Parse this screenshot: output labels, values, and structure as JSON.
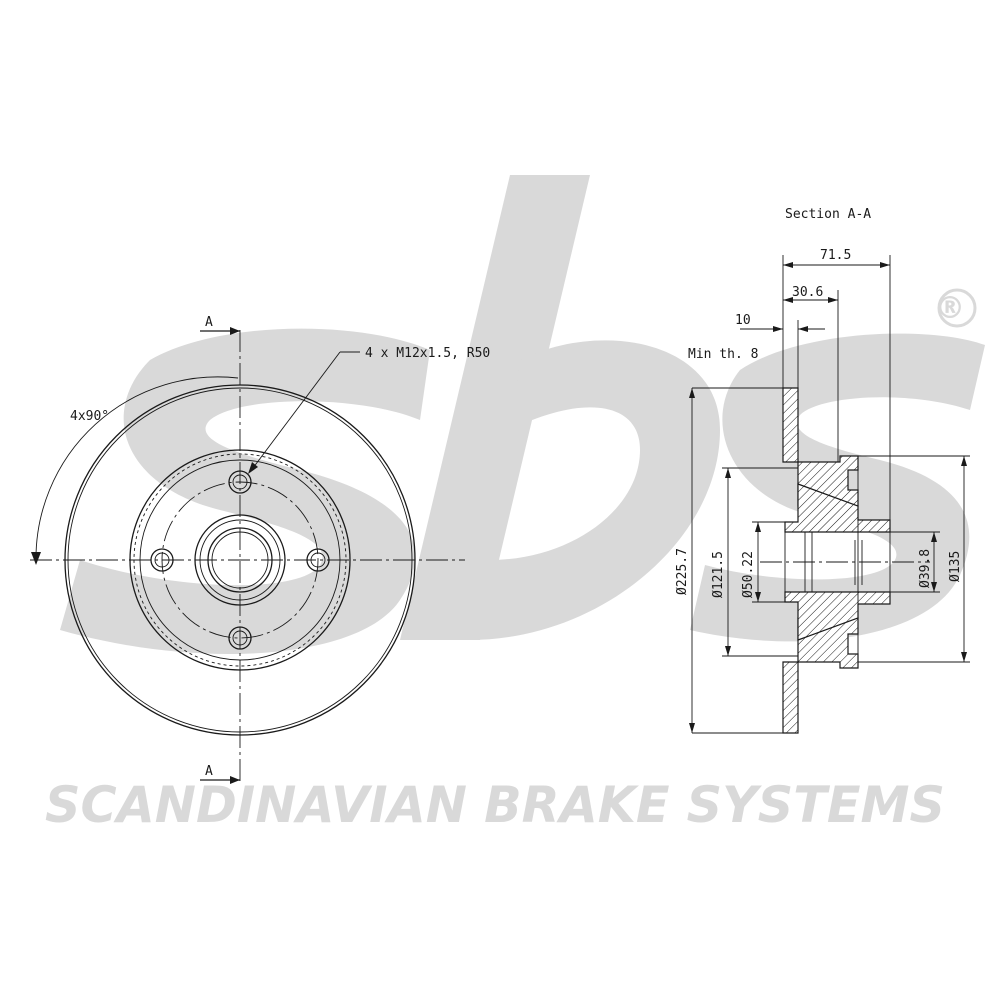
{
  "brand": {
    "logo_text": "sbs",
    "registered_mark": "®",
    "tagline": "SCANDINAVIAN BRAKE SYSTEMS",
    "watermark_color": "#d9d9d9"
  },
  "front_view": {
    "section_marker_top": "A",
    "section_marker_bottom": "A",
    "bolt_callout": "4 x M12x1.5, R50",
    "angle_callout": "4x90°"
  },
  "section_view": {
    "title": "Section A-A",
    "min_thickness": "Min th. 8",
    "dimensions": {
      "overall_height": "71.5",
      "hub_offset": "30.6",
      "disc_thickness": "10",
      "outer_diameter": "Ø225.7",
      "hub_outer_diameter": "Ø121.5",
      "bore_diameter": "Ø50.22",
      "inner_bore_diameter": "Ø39.8",
      "hat_diameter": "Ø135"
    }
  },
  "colors": {
    "line": "#1a1a1a",
    "background": "#ffffff"
  }
}
